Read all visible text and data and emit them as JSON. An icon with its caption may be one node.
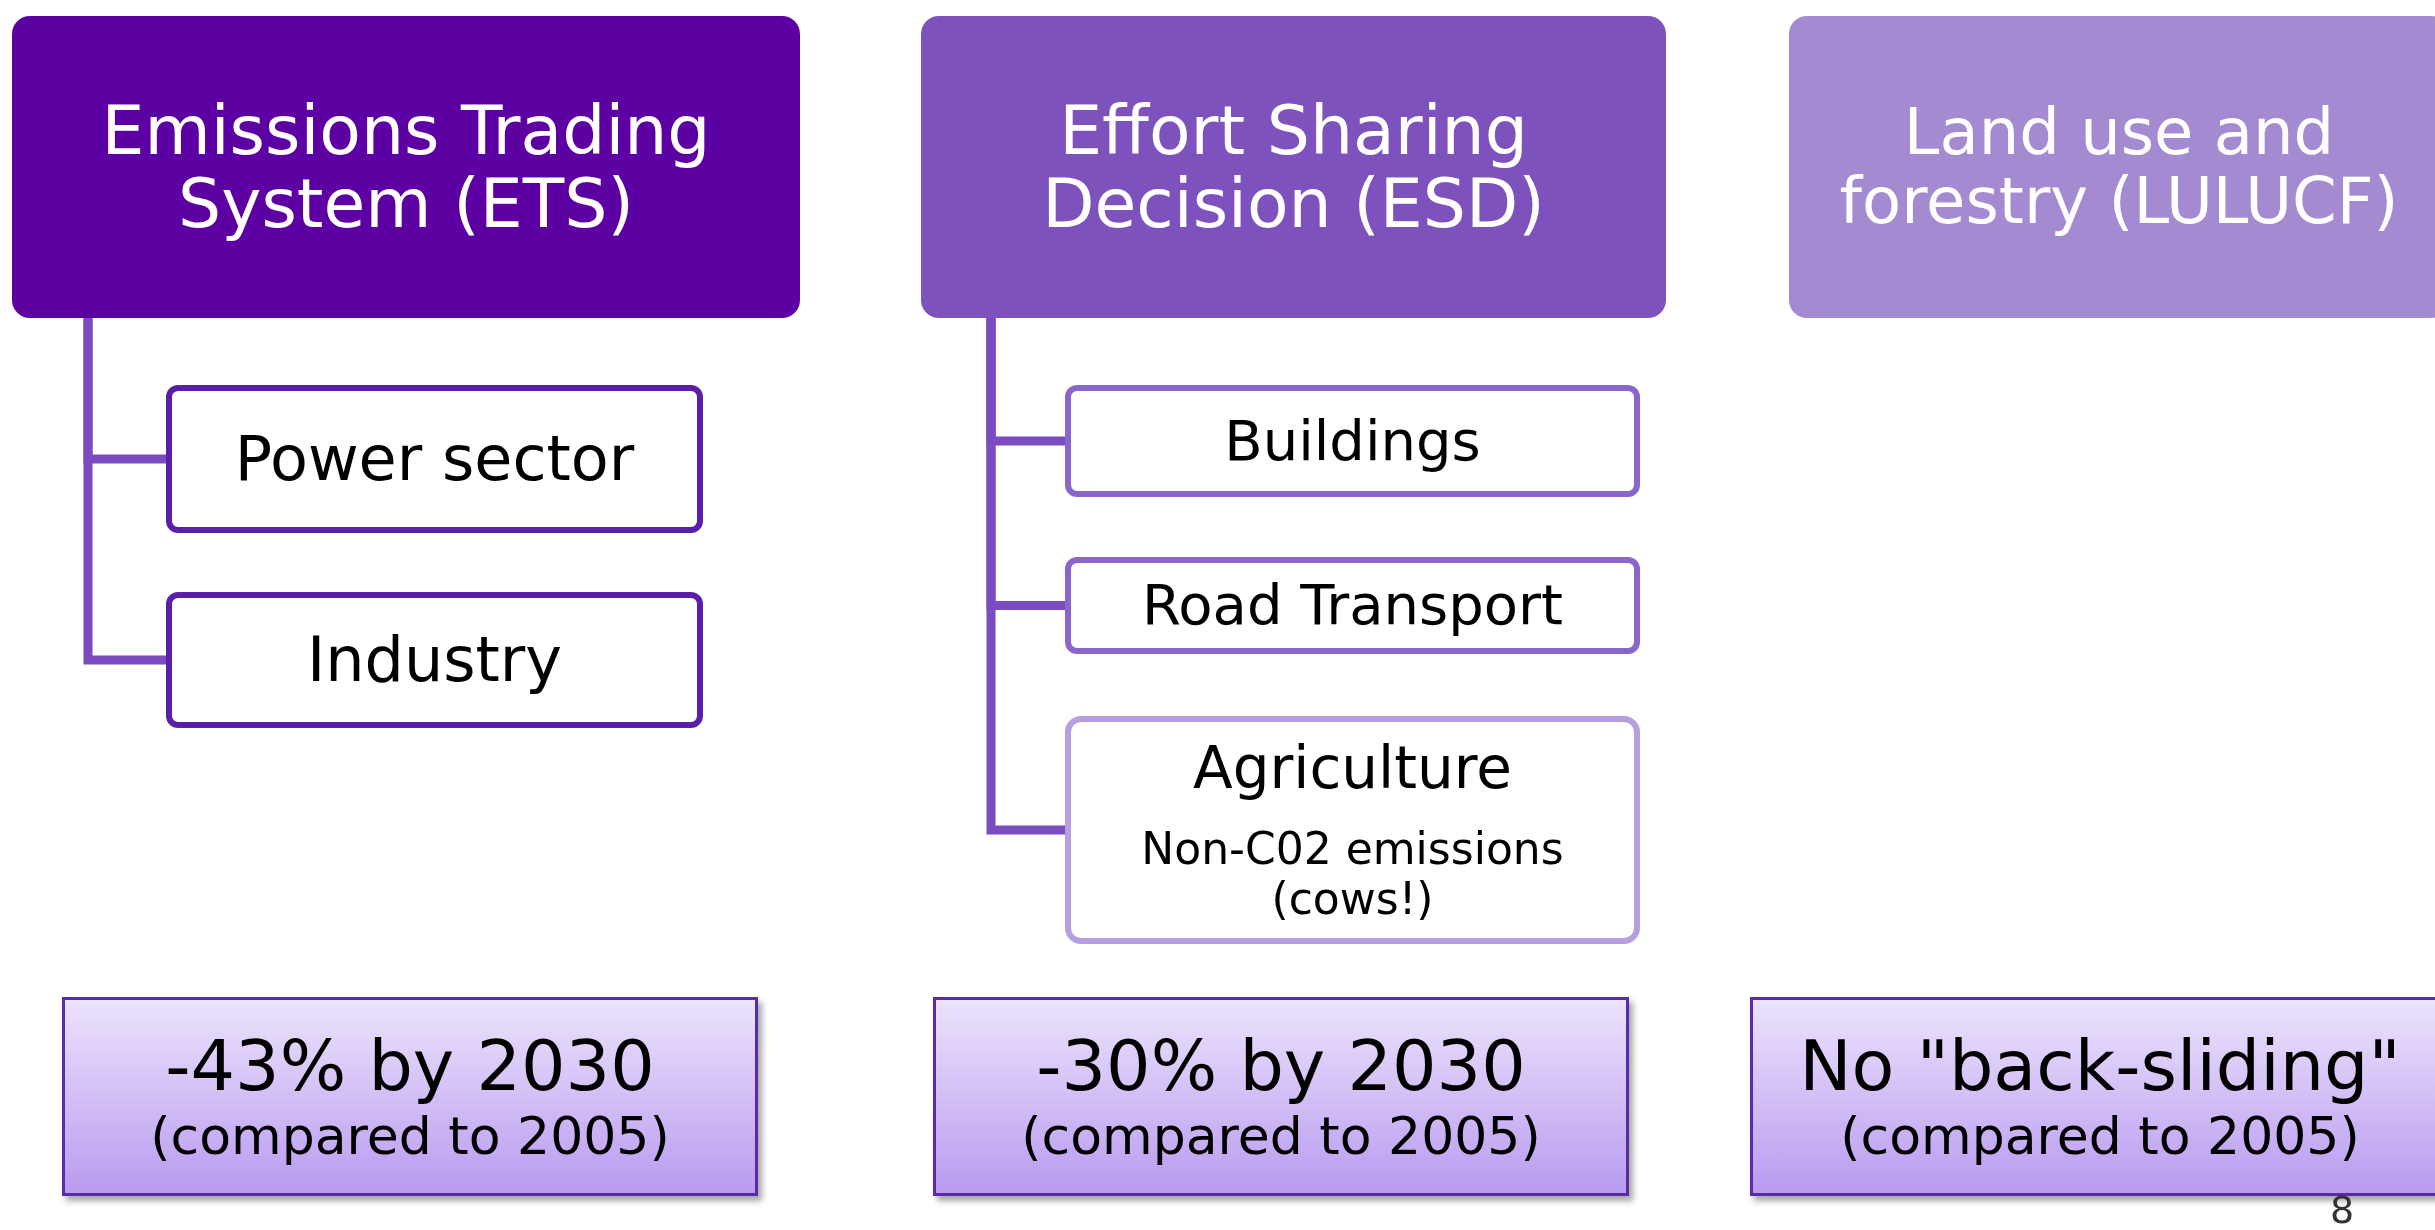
{
  "diagram": {
    "nodes": [
      {
        "text": [
          "Emissions Trading System (ETS)"
        ]
      },
      {
        "text": [
          "Effort Sharing Decision (ESD)"
        ]
      },
      {
        "text": [
          "Land use and forestry (LULUCF)"
        ]
      },
      {
        "text": [
          "Power sector"
        ]
      },
      {
        "text": [
          "Industry"
        ]
      },
      {
        "text": [
          "Buildings"
        ]
      },
      {
        "text": [
          "Road Transport"
        ]
      },
      {
        "text": [
          "Agriculture",
          "Non-C02 emissions (cows!)"
        ]
      },
      {
        "text": [
          "-43% by 2030",
          "(compared to 2005)"
        ]
      },
      {
        "text": [
          "-30% by 2030",
          "(compared to 2005)"
        ]
      },
      {
        "text": [
          "No \"back-sliding\"",
          "(compared to 2005)"
        ]
      }
    ],
    "edges": [
      {
        "from": 0,
        "to": 3,
        "arrow": "none"
      },
      {
        "from": 0,
        "to": 4,
        "arrow": "none"
      },
      {
        "from": 1,
        "to": 5,
        "arrow": "none"
      },
      {
        "from": 1,
        "to": 6,
        "arrow": "none"
      },
      {
        "from": 1,
        "to": 7,
        "arrow": "none"
      }
    ],
    "labels": [
      "8"
    ]
  }
}
